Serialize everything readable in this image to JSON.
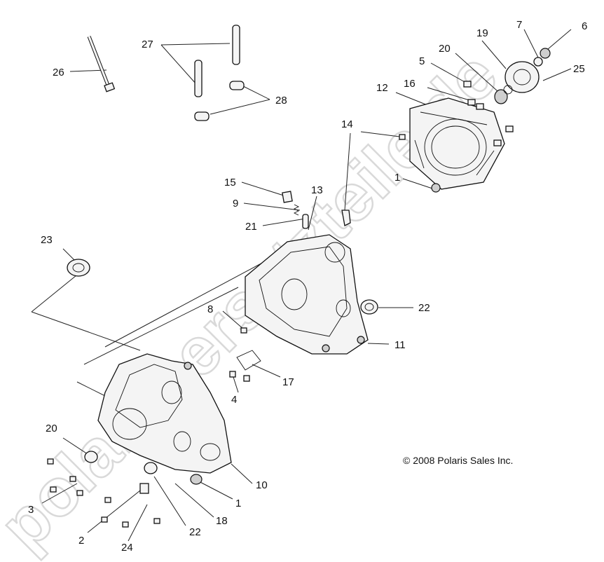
{
  "watermark": "polaris-ersatzteile.de",
  "copyright": "© 2008 Polaris Sales Inc.",
  "callouts": {
    "c1a": "1",
    "c1b": "1",
    "c2": "2",
    "c3": "3",
    "c4": "4",
    "c5": "5",
    "c6": "6",
    "c7": "7",
    "c8": "8",
    "c9": "9",
    "c10": "10",
    "c11": "11",
    "c12": "12",
    "c13": "13",
    "c14": "14",
    "c15": "15",
    "c16": "16",
    "c17": "17",
    "c18": "18",
    "c19": "19",
    "c20a": "20",
    "c20b": "20",
    "c21": "21",
    "c22a": "22",
    "c22b": "22",
    "c23": "23",
    "c24": "24",
    "c25": "25",
    "c26": "26",
    "c27": "27",
    "c28": "28"
  }
}
